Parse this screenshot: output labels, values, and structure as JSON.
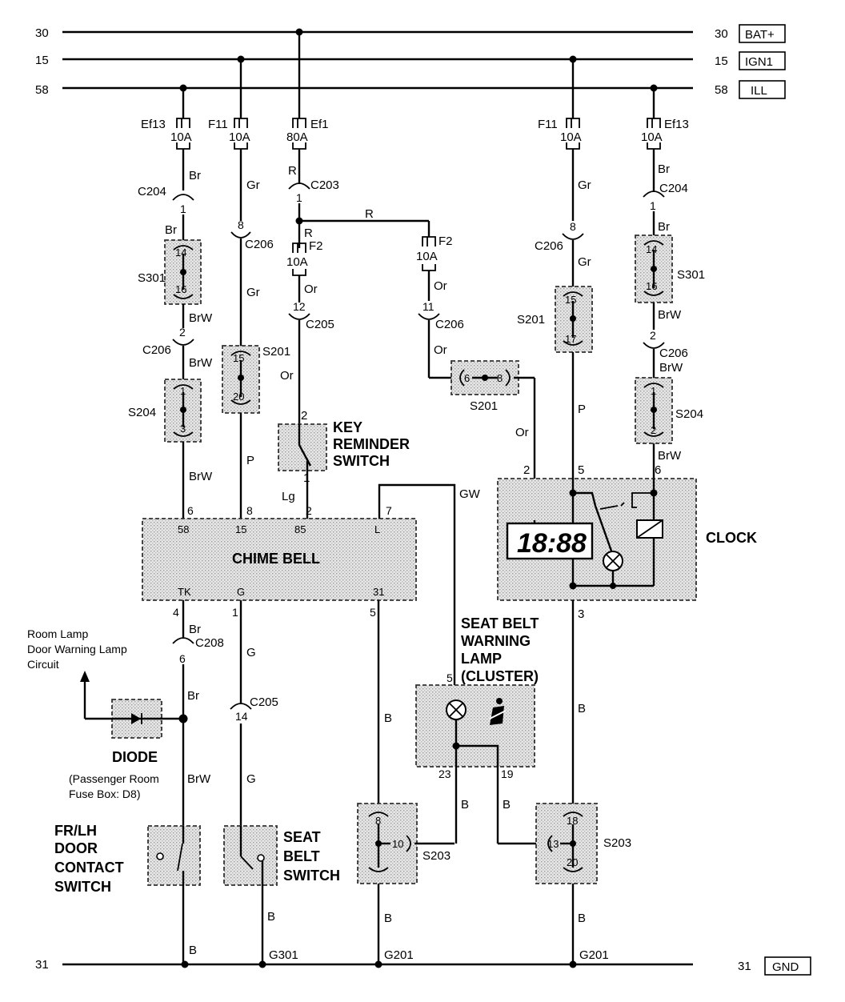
{
  "buses": [
    {
      "num": "30",
      "label": "BAT+"
    },
    {
      "num": "15",
      "label": "IGN1"
    },
    {
      "num": "58",
      "label": "ILL"
    },
    {
      "num": "31",
      "label": "GND"
    }
  ],
  "fuses": {
    "ef13_left": {
      "name": "Ef13",
      "rating": "10A"
    },
    "f11_left": {
      "name": "F11",
      "rating": "10A"
    },
    "ef1": {
      "name": "Ef1",
      "rating": "80A"
    },
    "f2_mid": {
      "name": "F2",
      "rating": "10A"
    },
    "f2_right": {
      "name": "F2",
      "rating": "10A"
    },
    "f11_right": {
      "name": "F11",
      "rating": "10A"
    },
    "ef13_right": {
      "name": "Ef13",
      "rating": "10A"
    }
  },
  "wires": {
    "br": "Br",
    "brw": "BrW",
    "gr": "Gr",
    "r": "R",
    "or": "Or",
    "p": "P",
    "lg": "Lg",
    "g": "G",
    "b": "B",
    "gw": "GW"
  },
  "connectors": {
    "c204": "C204",
    "c206": "C206",
    "c203": "C203",
    "c205": "C205",
    "c208": "C208"
  },
  "splices": {
    "s301": "S301",
    "s204": "S204",
    "s201": "S201",
    "s203": "S203"
  },
  "grounds": {
    "g301": "G301",
    "g201": "G201"
  },
  "components": {
    "chime_bell": "CHIME BELL",
    "clock": "CLOCK",
    "clock_display": "18:88",
    "key_switch": [
      "KEY",
      "REMINDER",
      "SWITCH"
    ],
    "seat_belt_lamp": [
      "SEAT BELT",
      "WARNING",
      "LAMP",
      "(CLUSTER)"
    ],
    "diode": "DIODE",
    "diode_note": [
      "(Passenger Room",
      "Fuse Box: D8)"
    ],
    "door_switch": [
      "FR/LH",
      "DOOR",
      "CONTACT",
      "SWITCH"
    ],
    "seat_belt_switch": [
      "SEAT",
      "BELT",
      "SWITCH"
    ],
    "room_lamp_note": [
      "Room Lamp",
      "Door Warning Lamp",
      "Circuit"
    ]
  },
  "chime_pins": {
    "top": [
      "6",
      "8",
      "2",
      "7"
    ],
    "top_inner": [
      "58",
      "15",
      "85",
      "L"
    ],
    "bottom": [
      "4",
      "1",
      "5"
    ],
    "bottom_inner": [
      "TK",
      "G",
      "31"
    ]
  },
  "pins": {
    "p1": "1",
    "p2": "2",
    "p3": "3",
    "p4": "4",
    "p5": "5",
    "p6": "6",
    "p7": "7",
    "p8": "8",
    "p10": "10",
    "p11": "11",
    "p12": "12",
    "p13": "13",
    "p14": "14",
    "p15": "15",
    "p16": "16",
    "p17": "17",
    "p18": "18",
    "p19": "19",
    "p20": "20",
    "p23": "23"
  }
}
